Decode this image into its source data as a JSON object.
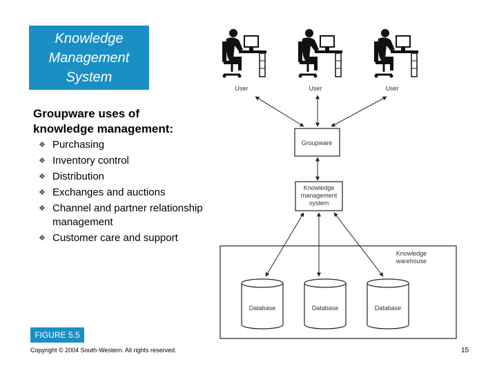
{
  "title": "Knowledge Management System",
  "heading": "Groupware uses of knowledge management:",
  "bullets": [
    "Purchasing",
    "Inventory control",
    "Distribution",
    "Exchanges and auctions",
    "Channel and partner relationship management",
    "Customer care and support"
  ],
  "bullet_marker": "❖",
  "diagram": {
    "users": [
      "User",
      "User",
      "User"
    ],
    "groupware": "Groupware",
    "kms": [
      "Knowledge",
      "management",
      "system"
    ],
    "warehouse": [
      "Knowledge",
      "warehouse"
    ],
    "databases": [
      "Database",
      "Database",
      "Database"
    ]
  },
  "figure_label": "FIGURE 5.5",
  "copyright": "Copyright © 2004 South-Western. All rights reserved.",
  "page_number": "15",
  "colors": {
    "accent": "#1a8fc4"
  }
}
